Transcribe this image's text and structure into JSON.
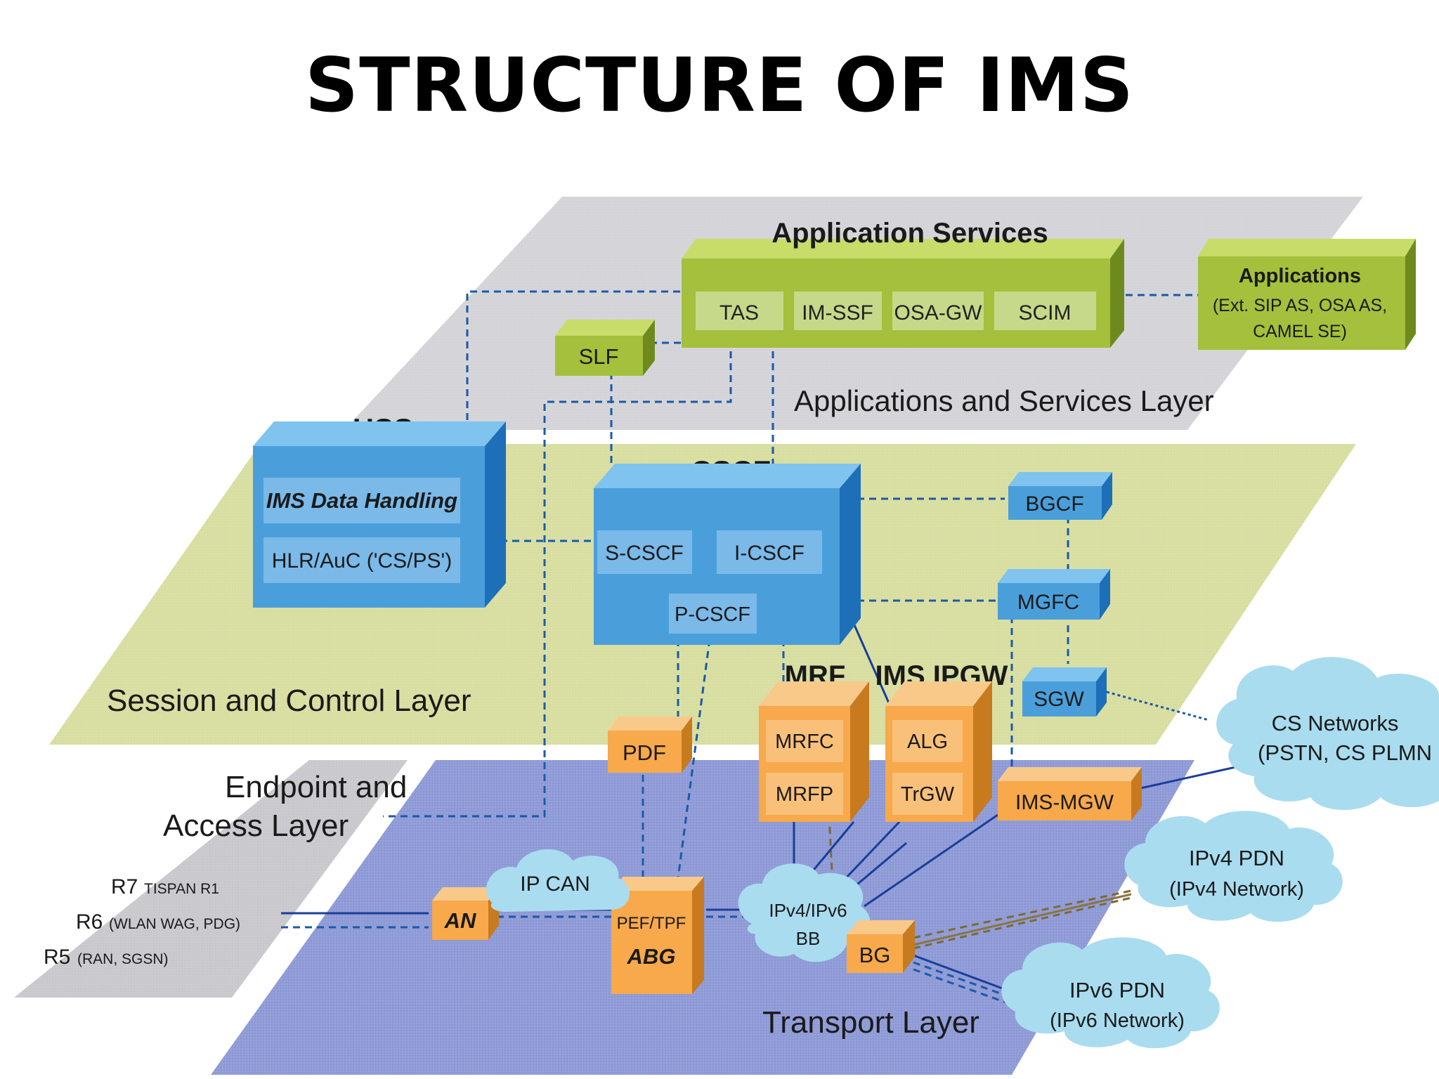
{
  "title": "STRUCTURE OF IMS",
  "layers": {
    "application": "Applications and Services Layer",
    "session": "Session and Control Layer",
    "endpoint_line1": "Endpoint and",
    "endpoint_line2": "Access Layer",
    "transport": "Transport Layer"
  },
  "application_services": {
    "title": "Application Services",
    "items": [
      "TAS",
      "IM-SSF",
      "OSA-GW",
      "SCIM"
    ]
  },
  "applications": {
    "line1": "Applications",
    "line2": "(Ext. SIP AS, OSA AS,",
    "line3": "CAMEL SE)"
  },
  "slf": "SLF",
  "hss": {
    "title": "HSS",
    "item1": "IMS Data Handling",
    "item2": "HLR/AuC ('CS/PS')"
  },
  "cscf": {
    "title": "CSCF",
    "s_cscf": "S-CSCF",
    "i_cscf": "I-CSCF",
    "p_cscf": "P-CSCF"
  },
  "bgcf": "BGCF",
  "mgfc": "MGFC",
  "sgw": "SGW",
  "mrf": {
    "title": "MRF",
    "mrfc": "MRFC",
    "mrfp": "MRFP"
  },
  "ims_ipgw": {
    "title": "IMS IPGW",
    "alg": "ALG",
    "trgw": "TrGW"
  },
  "pdf": "PDF",
  "ims_mgw": "IMS-MGW",
  "an": "AN",
  "abg": {
    "line1": "PEF/TPF",
    "line2": "ABG"
  },
  "bg": "BG",
  "clouds": {
    "ip_can": "IP CAN",
    "ipv4v6_line1": "IPv4/IPv6",
    "ipv4v6_line2": "BB",
    "cs_line1": "CS Networks",
    "cs_line2": "(PSTN, CS PLMN",
    "ipv4_line1": "IPv4 PDN",
    "ipv4_line2": "(IPv4 Network)",
    "ipv6_line1": "IPv6 PDN",
    "ipv6_line2": "(IPv6 Network)"
  },
  "releases": {
    "r7": "R7",
    "r7_note": "TISPAN R1",
    "r6": "R6",
    "r6_note": "(WLAN WAG, PDG)",
    "r5": "R5",
    "r5_note": "(RAN, SGSN)"
  },
  "colors": {
    "app_plane": "#d4d4d8",
    "session_plane": "#d8dea0",
    "transport_plane": "#8e9ad6",
    "green_box": "#a4c03c",
    "blue_box": "#4a9fdb",
    "orange_box": "#f7a94b",
    "cloud": "#a9dcef"
  }
}
